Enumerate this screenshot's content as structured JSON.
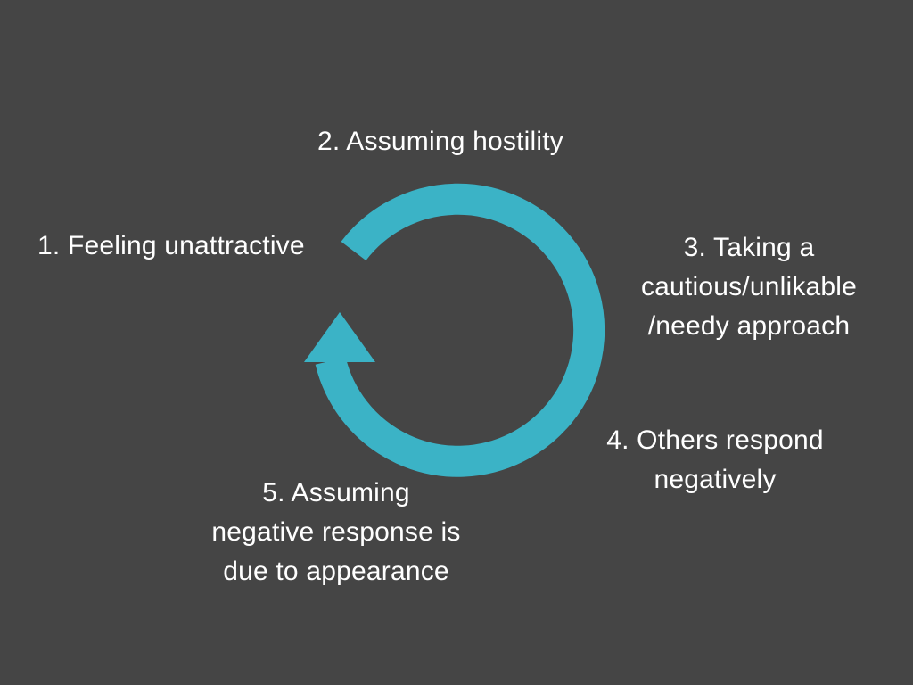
{
  "colors": {
    "background": "#454545",
    "arrow": "#3BB3C6",
    "text": "#ffffff"
  },
  "steps": [
    {
      "label": "1. Feeling unattractive"
    },
    {
      "label": "2. Assuming hostility"
    },
    {
      "label": "3. Taking a\ncautious/unlikable\n/needy approach"
    },
    {
      "label": "4. Others respond\nnegatively"
    },
    {
      "label": "5. Assuming\nnegative response is\ndue to appearance"
    }
  ]
}
